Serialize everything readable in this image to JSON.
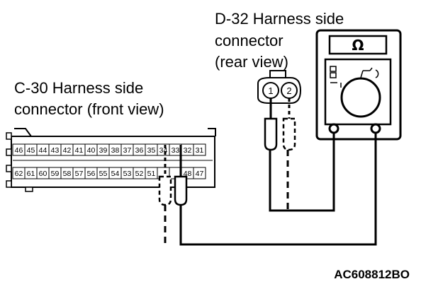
{
  "labels": {
    "d32_line1": "D-32 Harness side",
    "d32_line2": "connector",
    "d32_line3": "(rear view)",
    "c30_line1": "C-30 Harness side",
    "c30_line2": "connector (front view)",
    "figure_code": "AC608812BO"
  },
  "c30_connector": {
    "top_row": [
      "46",
      "45",
      "44",
      "43",
      "42",
      "41",
      "40",
      "39",
      "38",
      "37",
      "36",
      "35",
      "34",
      "33",
      "32",
      "31"
    ],
    "bottom_row": [
      "62",
      "61",
      "60",
      "59",
      "58",
      "57",
      "56",
      "55",
      "54",
      "53",
      "52",
      "51",
      "",
      "",
      "48",
      "47"
    ]
  },
  "d32_connector": {
    "pins": [
      "1",
      "2"
    ]
  },
  "meter": {
    "symbol": "Ω",
    "symbol_icon": "ohm-icon"
  }
}
